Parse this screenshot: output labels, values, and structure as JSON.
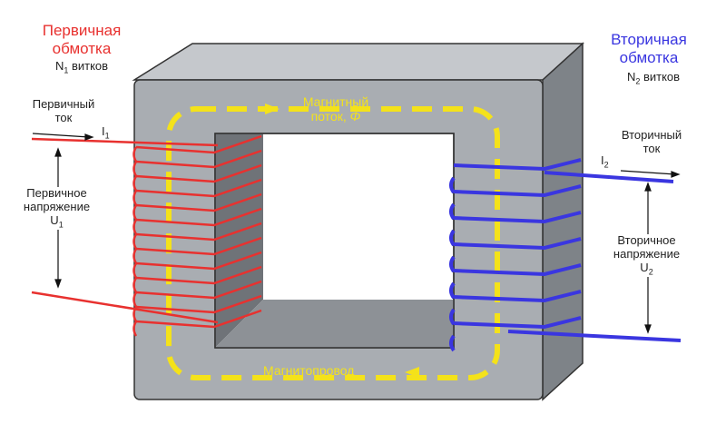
{
  "primary": {
    "title_line1": "Первичная",
    "title_line2": "обмотка",
    "turns_symbol": "N",
    "turns_sub": "1",
    "turns_label": "витков",
    "current_line1": "Первичный",
    "current_line2": "ток",
    "current_symbol": "I",
    "current_sub": "1",
    "voltage_line1": "Первичное",
    "voltage_line2": "напряжение",
    "voltage_symbol": "U",
    "voltage_sub": "1"
  },
  "secondary": {
    "title_line1": "Вторичная",
    "title_line2": "обмотка",
    "turns_symbol": "N",
    "turns_sub": "2",
    "turns_label": "витков",
    "current_line1": "Вторичный",
    "current_line2": "ток",
    "current_symbol": "I",
    "current_sub": "2",
    "voltage_line1": "Вторичное",
    "voltage_line2": "напряжение",
    "voltage_symbol": "U",
    "voltage_sub": "2"
  },
  "core": {
    "flux_line1": "Магнитный",
    "flux_line2": "поток,",
    "flux_symbol": "Φ",
    "core_label": "Магнитопровод"
  },
  "colors": {
    "primary": "#e8312f",
    "secondary": "#3a36e0",
    "flux": "#f4e21a",
    "core": "#a9adb2"
  }
}
